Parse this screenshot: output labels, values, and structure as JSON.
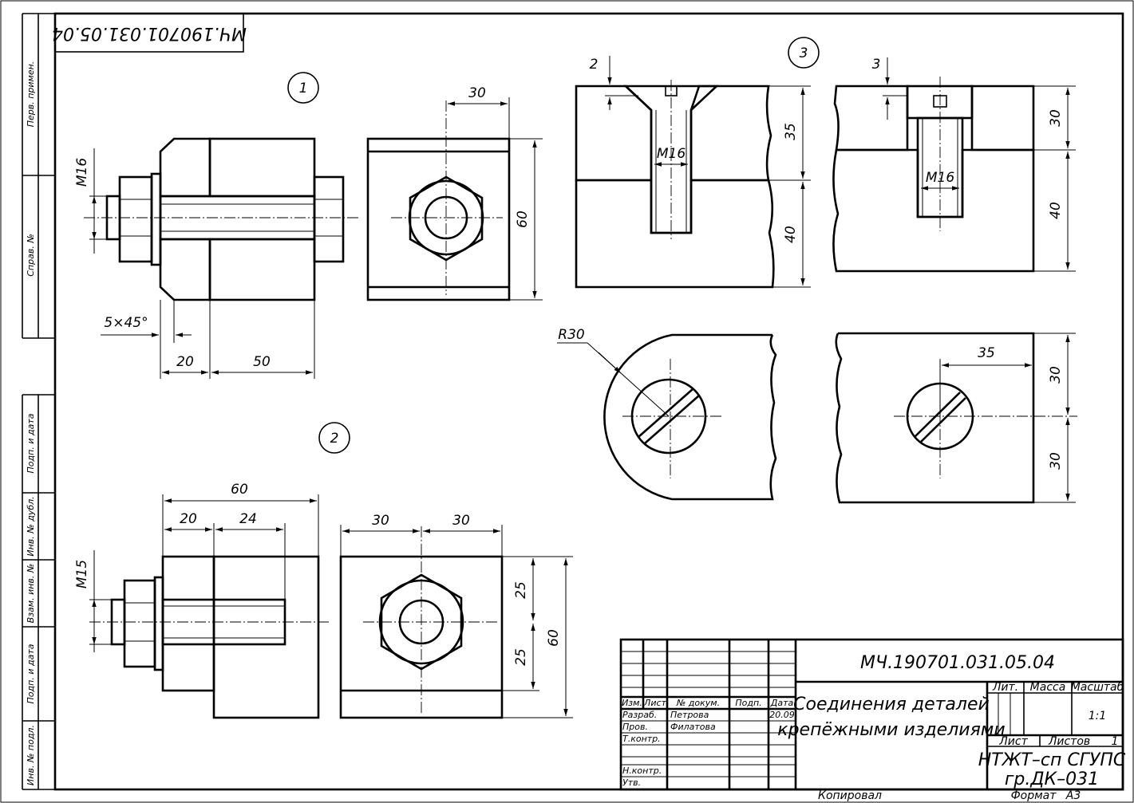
{
  "stamp": {
    "code_rotated": "МЧ.190701.031.05.04"
  },
  "side_labels": [
    "Перв. примен.",
    "Справ. №",
    "Подп. и дата",
    "Инв. № дубл.",
    "Взам. инв. №",
    "Подп. и дата",
    "Инв. № подл."
  ],
  "views": {
    "v1": {
      "number": "1",
      "thread": "M16",
      "chamfer": "5×45°",
      "d20": "20",
      "d50": "50",
      "d30": "30",
      "d60": "60"
    },
    "v2": {
      "number": "2",
      "thread": "M15",
      "d60": "60",
      "d20": "20",
      "d24": "24",
      "d30a": "30",
      "d30b": "30",
      "d25a": "25",
      "d25b": "25",
      "d60v": "60"
    },
    "v3": {
      "number": "3",
      "d2": "2",
      "d3": "3",
      "d35": "35",
      "d40": "40",
      "thread_a": "M16",
      "thread_b": "M16",
      "d30": "30",
      "d40b": "40",
      "r30": "R30",
      "d35h": "35",
      "d30a": "30",
      "d30b": "30"
    }
  },
  "title_block": {
    "doc_code": "МЧ.190701.031.05.04",
    "title_line1": "Соединения деталей",
    "title_line2": "крепёжными изделиями",
    "cols": {
      "izm": "Изм.",
      "list": "Лист",
      "doc": "№ докум.",
      "sign": "Подп.",
      "date": "Дата"
    },
    "rows": [
      {
        "role": "Разраб.",
        "name": "Петрова",
        "date": "20.09"
      },
      {
        "role": "Пров.",
        "name": "Филатова",
        "date": ""
      },
      {
        "role": "Т.контр.",
        "name": "",
        "date": ""
      },
      {
        "role": "Н.контр.",
        "name": "",
        "date": ""
      },
      {
        "role": "Утв.",
        "name": "",
        "date": ""
      }
    ],
    "lit": "Лит.",
    "mass": "Масса",
    "scale_label": "Масштаб",
    "scale": "1:1",
    "sheet": "Лист",
    "sheets": "Листов",
    "sheets_count": "1",
    "org1": "НТЖТ–сп СГУПС",
    "org2": "гр.ДК–031",
    "copied": "Копировал",
    "format_label": "Формат",
    "format": "А3"
  }
}
